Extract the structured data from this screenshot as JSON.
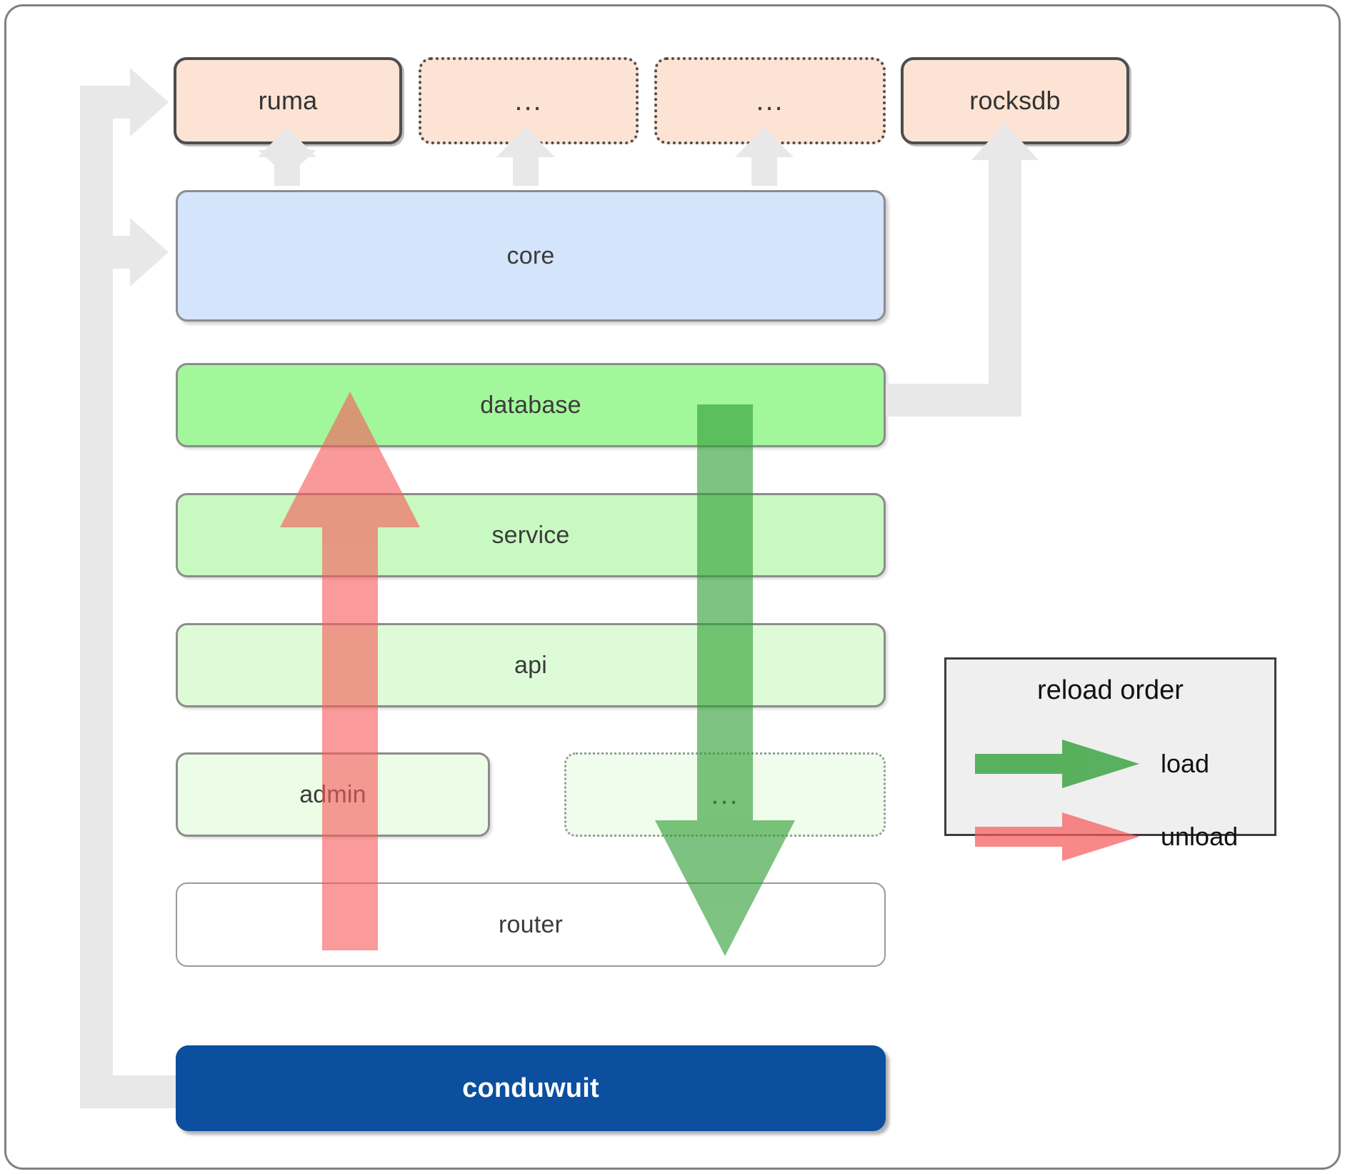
{
  "diagram": {
    "title": "conduwuit crate layering and reload order",
    "colors": {
      "dependency_fill": "#fce3d4",
      "core_fill": "#d4e5fb",
      "database_fill": "#a2f79b",
      "service_fill": "#c8f9c0",
      "api_fill": "#ddfbd6",
      "admin_fill": "#ebfde6",
      "dots_fill": "#f0fdec",
      "router_fill": "#ffffff",
      "conduwuit_fill": "#0b4f9e",
      "load_arrow": "#4caf50",
      "unload_arrow": "#f98080",
      "connector": "#e8e8e8",
      "frame_border": "#808080"
    },
    "dependencies": [
      {
        "label": "ruma",
        "style": "solid"
      },
      {
        "label": "...",
        "style": "dotted"
      },
      {
        "label": "...",
        "style": "dotted"
      },
      {
        "label": "rocksdb",
        "style": "solid"
      }
    ],
    "core": {
      "label": "core"
    },
    "layers": [
      {
        "label": "database",
        "style": "solid"
      },
      {
        "label": "service",
        "style": "solid"
      },
      {
        "label": "api",
        "style": "solid"
      }
    ],
    "admin_row": [
      {
        "label": "admin",
        "style": "solid"
      },
      {
        "label": "...",
        "style": "dotted"
      }
    ],
    "router": {
      "label": "router"
    },
    "executable": {
      "label": "conduwuit"
    },
    "legend": {
      "title": "reload order",
      "entries": [
        {
          "label": "load",
          "color": "#4caf50",
          "direction": "down"
        },
        {
          "label": "unload",
          "color": "#f98080",
          "direction": "up"
        }
      ]
    }
  }
}
